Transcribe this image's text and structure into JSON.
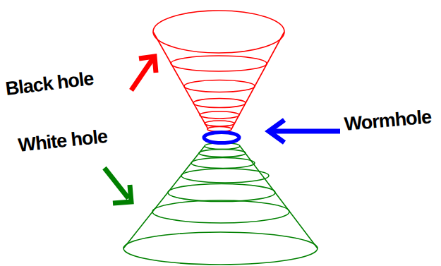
{
  "diagram": {
    "labels": [
      "Black hole",
      "White hole",
      "Wormhole"
    ]
  }
}
